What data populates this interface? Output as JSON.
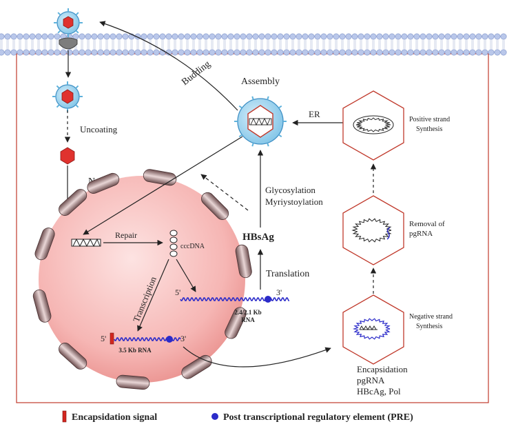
{
  "labels": {
    "budding": "Budding",
    "assembly": "Assembly",
    "er": "ER",
    "uncoating": "Uncoating",
    "nuclear_import": "Nuclear Import",
    "repair": "Repair",
    "cccdna": "cccDNA",
    "transcription": "Transcription",
    "five_prime_a": "5'",
    "three_prime_a": "3'",
    "five_prime_b": "5'",
    "three_prime_b": "3'",
    "rna_small": "2.4/2.1 Kb",
    "rna_small_2": "RNA",
    "rna_large": "3.5 Kb RNA",
    "translation": "Translation",
    "hbsag": "HBsAg",
    "glycosylation": "Glycosylation",
    "myristoylation": "Myriystoylation",
    "positive_strand_1": "Positive strand",
    "positive_strand_2": "Synthesis",
    "removal_1": "Removal of",
    "removal_2": "pgRNA",
    "negative_strand_1": "Negative strand",
    "negative_strand_2": "Synthesis",
    "encapsidation": "Encapsidation",
    "pgrna": "pgRNA",
    "hbcag_pol": "HBcAg, Pol"
  },
  "legend": {
    "encapsidation_signal": "Encapsidation signal",
    "pre": "Post transcriptional regulatory element (PRE)"
  },
  "colors": {
    "membrane": "#b9c7ea",
    "cell_border": "#c0392b",
    "nucleus": "#f4b3b1",
    "virion": "#9fd3ec",
    "capsid": "#e0322e",
    "rna": "#2b2bc9",
    "pre": "#2b2bc9",
    "signal": "#d3261f"
  }
}
